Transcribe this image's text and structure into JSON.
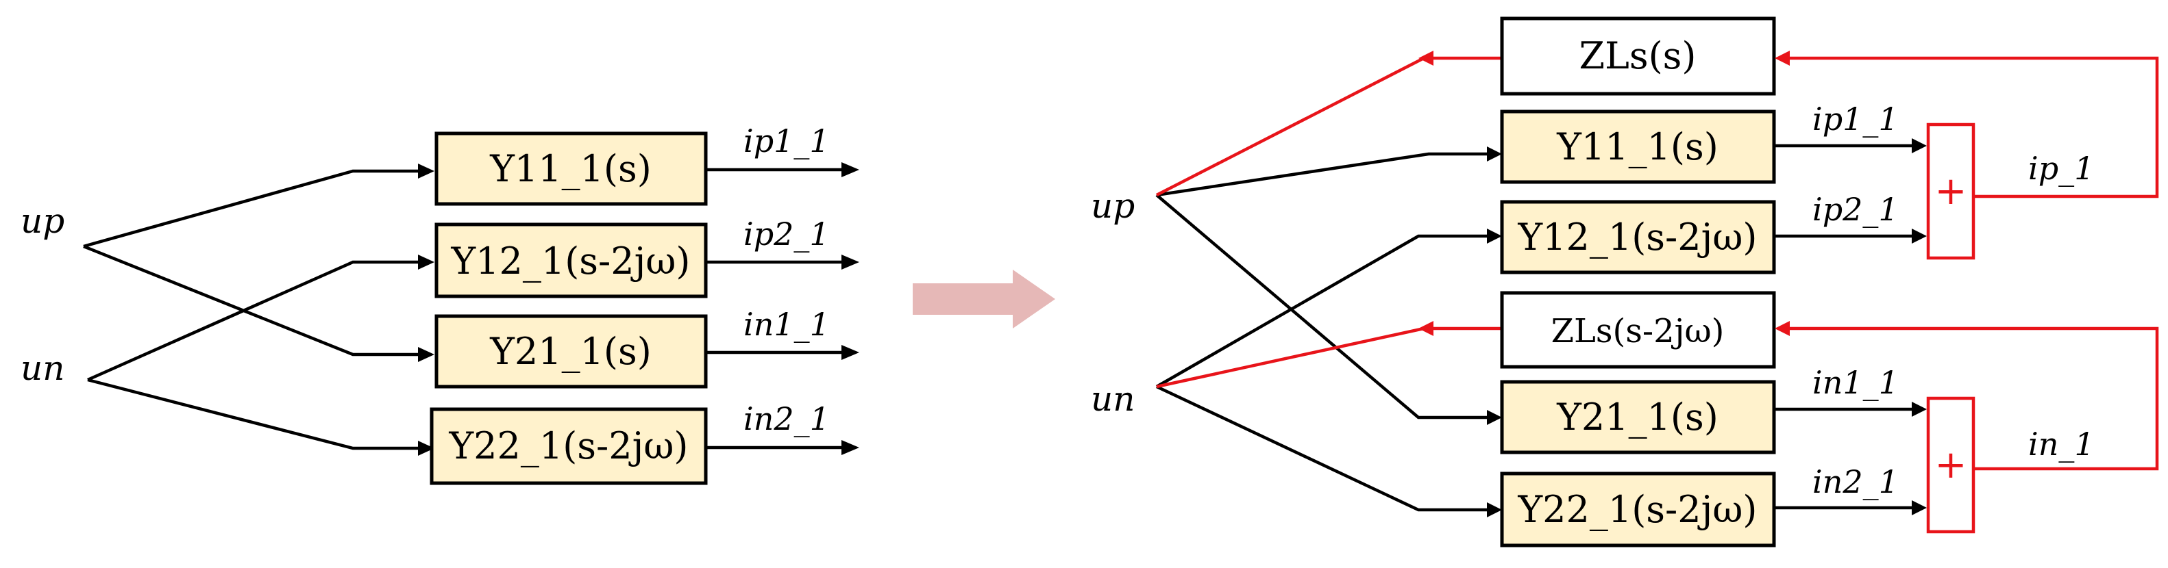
{
  "left": {
    "inputs": {
      "up": "up",
      "un": "un"
    },
    "blocks": {
      "y11": "Y11_1(s)",
      "y12": "Y12_1(s-2jω)",
      "y21": "Y21_1(s)",
      "y22": "Y22_1(s-2jω)"
    },
    "outputs": {
      "ip1": "ip1_1",
      "ip2": "ip2_1",
      "in1": "in1_1",
      "in2": "in2_1"
    }
  },
  "right": {
    "inputs": {
      "up": "up",
      "un": "un"
    },
    "blocks": {
      "zls_s": "ZLs(s)",
      "y11": "Y11_1(s)",
      "y12": "Y12_1(s-2jω)",
      "zls_s2": "ZLs(s-2jω)",
      "y21": "Y21_1(s)",
      "y22": "Y22_1(s-2jω)"
    },
    "outputs": {
      "ip1": "ip1_1",
      "ip2": "ip2_1",
      "in1": "in1_1",
      "in2": "in2_1"
    },
    "sums": {
      "top": "+",
      "bottom": "+"
    },
    "feedback": {
      "ip": "ip_1",
      "in": "in_1"
    }
  },
  "colors": {
    "block_fill": "#fff2cc",
    "feedback": "#e8141a",
    "transform_arrow": "#e6b8b7"
  }
}
